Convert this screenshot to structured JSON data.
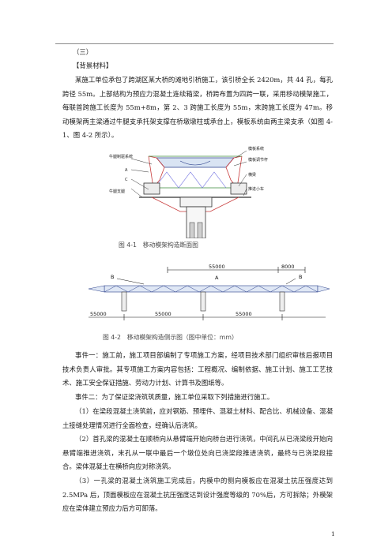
{
  "section_label": "（三）",
  "background_header": "【背景材料】",
  "intro_paragraph": "某施工单位承包了跨湖区某大桥的滩地引桥施工，该引桥全长 2420m，共 44 孔，每孔跨径 55m。上部结构为预应力混凝土连续箱梁，桥跨布置为四跨一联，采用移动模架施工，每联首跨施工长度为 55m+8m，第 2、3 跨施工长度为 55m，末跨施工长度为 47m。移动模架两主梁通过牛腿支承托架支撑在桥墩墩柱或承台上，模板系统由两主梁支承（如图 4-1、图 4-2 所示）。",
  "figure1": {
    "caption": "图 4-1　移动模架构造断面图",
    "labels": {
      "niutui_system": "牛腿制驱系统",
      "a": "A",
      "c": "C",
      "niutui_support": "牛腿支腿",
      "formwork_system": "模板系统",
      "formwork_adjust": "模板调节杆",
      "main_beam": "横梁",
      "push_cart": "推进小车"
    }
  },
  "figure2": {
    "caption": "图 4-2　移动模架构造侧示图（图中单位：mm）",
    "dim_top_left": "55000",
    "dim_top_right": "8000",
    "label_a": "A",
    "label_b_left": "B",
    "label_b_right": "B",
    "dim_bottom_1": "55000",
    "dim_bottom_2": "55000",
    "dim_bottom_3": "55000"
  },
  "event1": "事件一：施工前，施工项目部编制了专项施工方案，经项目技术部门组织审核后报项目技术负责人审批。其专项施工方案内容包括：工程概况、编制依据、施工计划、施工工艺技术、施工安全保证措施、劳动力计划、计算书及图纸等。",
  "event2": "事件二：为了保证梁浇筑筑质量，施工单位采取下列措施进行施工。",
  "item1": "（1）在梁段混凝土浇筑前，应对钢筋、预埋件、混凝土材料、配合比、机械设备、混凝土接缝处理情况进行全面检查，经确认后浇筑。",
  "item2": "（2）首孔梁的混凝土在顺桥向从悬臂端开始向桥台进行浇筑，中间孔从已浇梁段开始向悬臂端推进浇筑，末孔从一联中最后一个墩位处向已浇梁段推进浇筑，最终与已浇梁段接合。梁体混凝土在横桥向应对称浇筑。",
  "item3": "（3）一孔梁的混凝土浇筑施工完成后，内模中的侧向模板应在混凝土抗压强度达到 2.5MPa 后，顶面模板应在混凝土抗压强度达到设计强度等级的 70%后，方可拆除；外模架应在梁体建立预应力后方可卸落。",
  "page_number": "1"
}
